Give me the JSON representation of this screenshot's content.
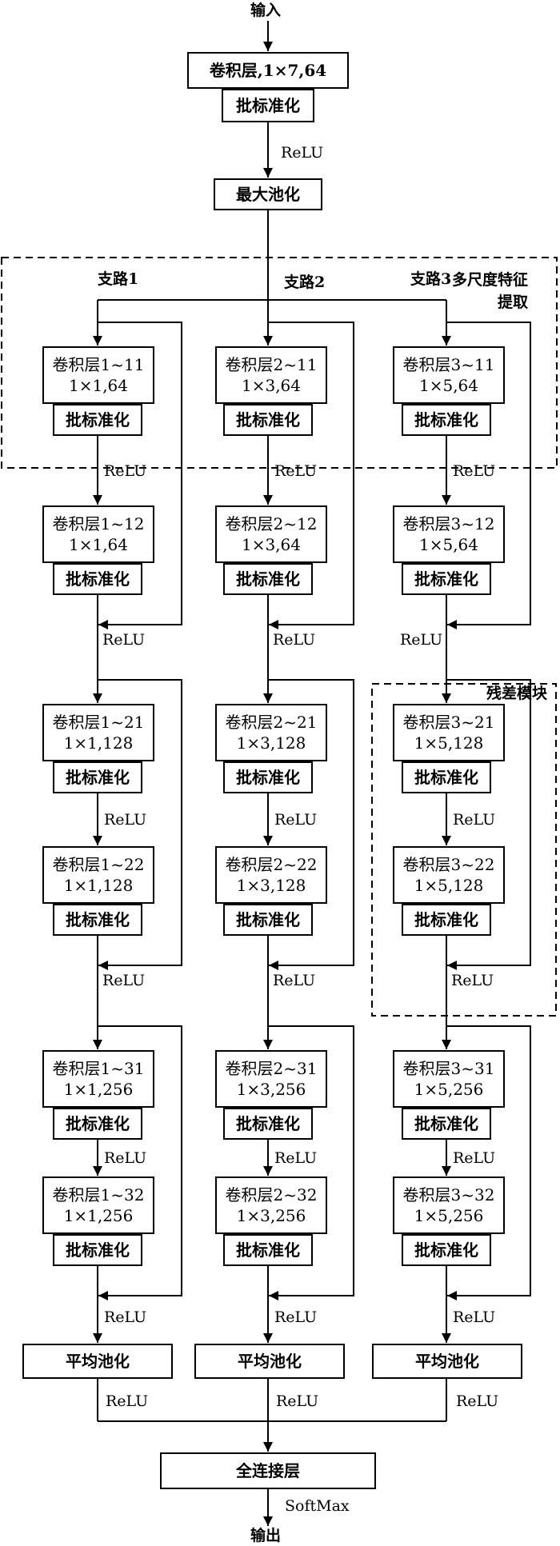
{
  "input_label": "输入",
  "output_label": "输出",
  "stem": {
    "conv_name": "卷积层,1×7,64",
    "bn": "批标准化",
    "relu": "ReLU",
    "pool": "最大池化"
  },
  "multiscale_label": "多尺度特征\n提取",
  "residual_label": "残差模块",
  "branches": [
    {
      "title": "支路1",
      "blocks": [
        {
          "name": "卷积层1~11",
          "spec": "1×1,64",
          "bn": "批标准化"
        },
        {
          "name": "卷积层1~12",
          "spec": "1×1,64",
          "bn": "批标准化"
        },
        {
          "name": "卷积层1~21",
          "spec": "1×1,128",
          "bn": "批标准化"
        },
        {
          "name": "卷积层1~22",
          "spec": "1×1,128",
          "bn": "批标准化"
        },
        {
          "name": "卷积层1~31",
          "spec": "1×1,256",
          "bn": "批标准化"
        },
        {
          "name": "卷积层1~32",
          "spec": "1×1,256",
          "bn": "批标准化"
        }
      ],
      "pool": "平均池化"
    },
    {
      "title": "支路2",
      "blocks": [
        {
          "name": "卷积层2~11",
          "spec": "1×3,64",
          "bn": "批标准化"
        },
        {
          "name": "卷积层2~12",
          "spec": "1×3,64",
          "bn": "批标准化"
        },
        {
          "name": "卷积层2~21",
          "spec": "1×3,128",
          "bn": "批标准化"
        },
        {
          "name": "卷积层2~22",
          "spec": "1×3,128",
          "bn": "批标准化"
        },
        {
          "name": "卷积层2~31",
          "spec": "1×3,256",
          "bn": "批标准化"
        },
        {
          "name": "卷积层2~32",
          "spec": "1×3,256",
          "bn": "批标准化"
        }
      ],
      "pool": "平均池化"
    },
    {
      "title": "支路3",
      "blocks": [
        {
          "name": "卷积层3~11",
          "spec": "1×5,64",
          "bn": "批标准化"
        },
        {
          "name": "卷积层3~12",
          "spec": "1×5,64",
          "bn": "批标准化"
        },
        {
          "name": "卷积层3~21",
          "spec": "1×5,128",
          "bn": "批标准化"
        },
        {
          "name": "卷积层3~22",
          "spec": "1×5,128",
          "bn": "批标准化"
        },
        {
          "name": "卷积层3~31",
          "spec": "1×5,256",
          "bn": "批标准化"
        },
        {
          "name": "卷积层3~32",
          "spec": "1×5,256",
          "bn": "批标准化"
        }
      ],
      "pool": "平均池化"
    }
  ],
  "relu": "ReLU",
  "fc": "全连接层",
  "softmax": "SoftMax"
}
